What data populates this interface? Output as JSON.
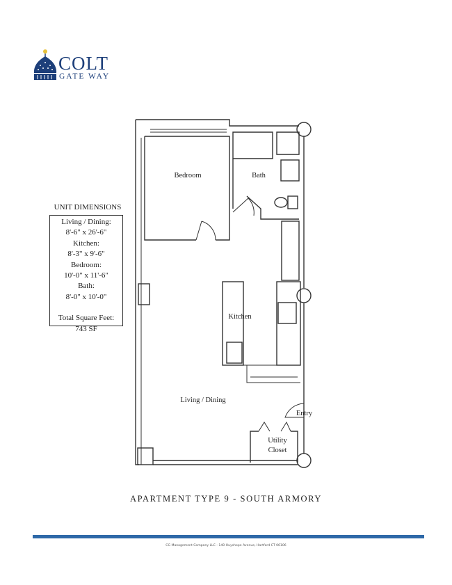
{
  "logo": {
    "name": "COLT",
    "subtitle": "GATE WAY"
  },
  "unit_dimensions": {
    "title": "UNIT DIMENSIONS",
    "lines": [
      "Living / Dining:",
      "8'-6\" x 26'-6\"",
      "Kitchen:",
      "8'-3\" x 9'-6\"",
      "Bedroom:",
      "10'-0\" x 11'-6\"",
      "Bath:",
      "8'-0\" x 10'-0\""
    ],
    "total_label": "Total Square Feet:",
    "total_value": "743 SF"
  },
  "floor_plan": {
    "rooms": {
      "bedroom": "Bedroom",
      "bath": "Bath",
      "kitchen": "Kitchen",
      "living": "Living / Dining",
      "entry": "Entry",
      "utility_1": "Utility",
      "utility_2": "Closet"
    }
  },
  "title": "APARTMENT TYPE 9 - SOUTH ARMORY",
  "footer": "CG Management Company LLC - 140 Huyshope Avenue, Hartford CT 06106",
  "colors": {
    "brand": "#1d3f7a",
    "bar": "#2e69a8"
  }
}
